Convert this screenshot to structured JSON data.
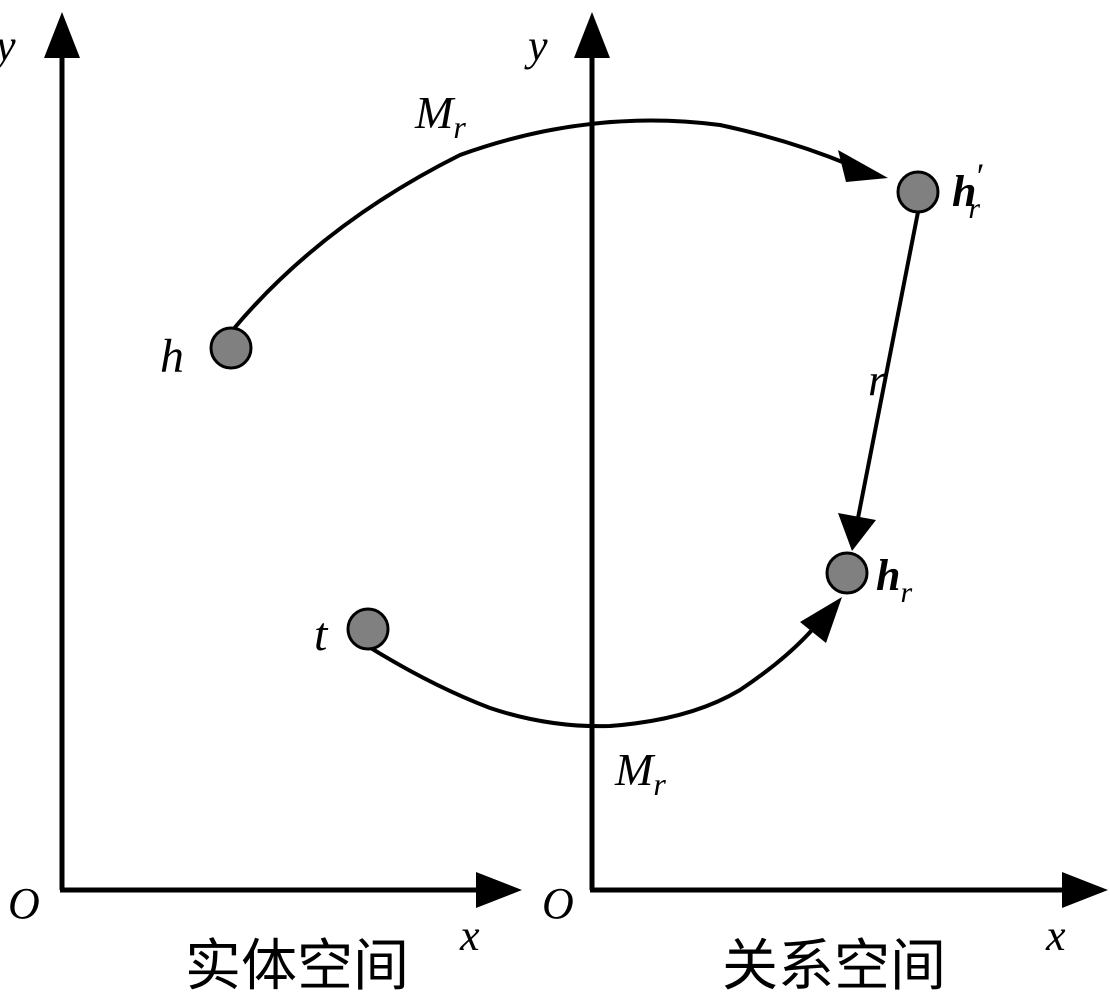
{
  "axes": {
    "left": {
      "y_label": "y",
      "x_label": "x",
      "origin_label": "O",
      "caption": "实体空间"
    },
    "right": {
      "y_label": "y",
      "x_label": "x",
      "origin_label": "O",
      "caption": "关系空间"
    }
  },
  "nodes": {
    "h": {
      "label": "h"
    },
    "t": {
      "label": "t"
    },
    "h_prime_r": {
      "label_main": "h",
      "label_prime": "′",
      "label_sub": "r"
    },
    "h_r": {
      "label_main": "h",
      "label_sub": "r"
    }
  },
  "edges": {
    "top_map": {
      "label_main": "M",
      "label_sub": "r"
    },
    "bottom_map": {
      "label_main": "M",
      "label_sub": "r"
    },
    "translation": {
      "label": "r"
    }
  },
  "colors": {
    "node_fill": "#808080",
    "stroke": "#000000"
  }
}
